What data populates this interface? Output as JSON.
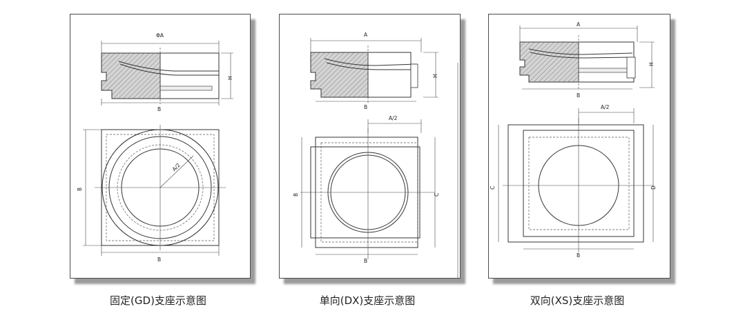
{
  "gd": {
    "caption": "固定(GD)支座示意图",
    "labels": {
      "phi_a": "ΦA",
      "h": "H",
      "b_top": "B",
      "a_half": "A/2",
      "b_side": "B",
      "b_bottom": "B"
    }
  },
  "dx": {
    "caption": "单向(DX)支座示意图",
    "labels": {
      "a": "A",
      "h": "H",
      "b_top": "B",
      "a_half": "A/2",
      "b_side": "B",
      "c": "C",
      "b_bottom": "B"
    }
  },
  "xs": {
    "caption": "双向(XS)支座示意图",
    "labels": {
      "a": "A",
      "h": "H",
      "b_top": "B",
      "a_half": "A/2",
      "c": "C",
      "d": "D",
      "b_bottom": "B"
    }
  }
}
